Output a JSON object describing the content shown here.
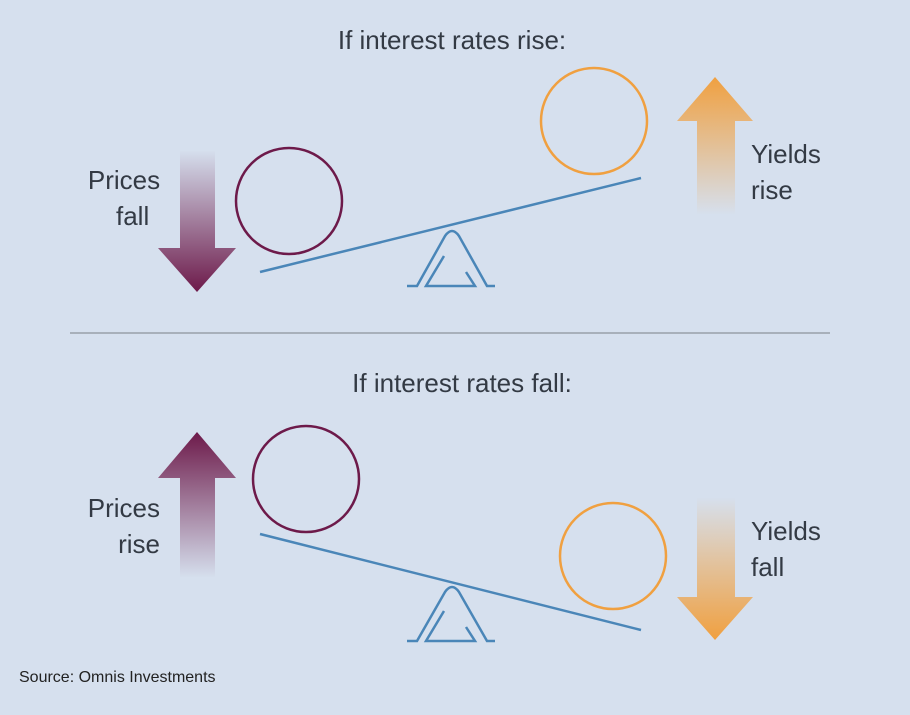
{
  "top": {
    "title": "If interest rates rise:",
    "prices_label": [
      "Prices",
      "fall"
    ],
    "yields_label": [
      "Yields",
      "rise"
    ]
  },
  "bottom": {
    "title": "If interest rates fall:",
    "prices_label": [
      "Prices",
      "rise"
    ],
    "yields_label": [
      "Yields",
      "fall"
    ]
  },
  "source": "Source: Omnis Investments",
  "colors": {
    "price": "#6d1a4a",
    "yield": "#f0a040",
    "seesaw": "#4a86b8",
    "background": "#d6e0ee"
  }
}
